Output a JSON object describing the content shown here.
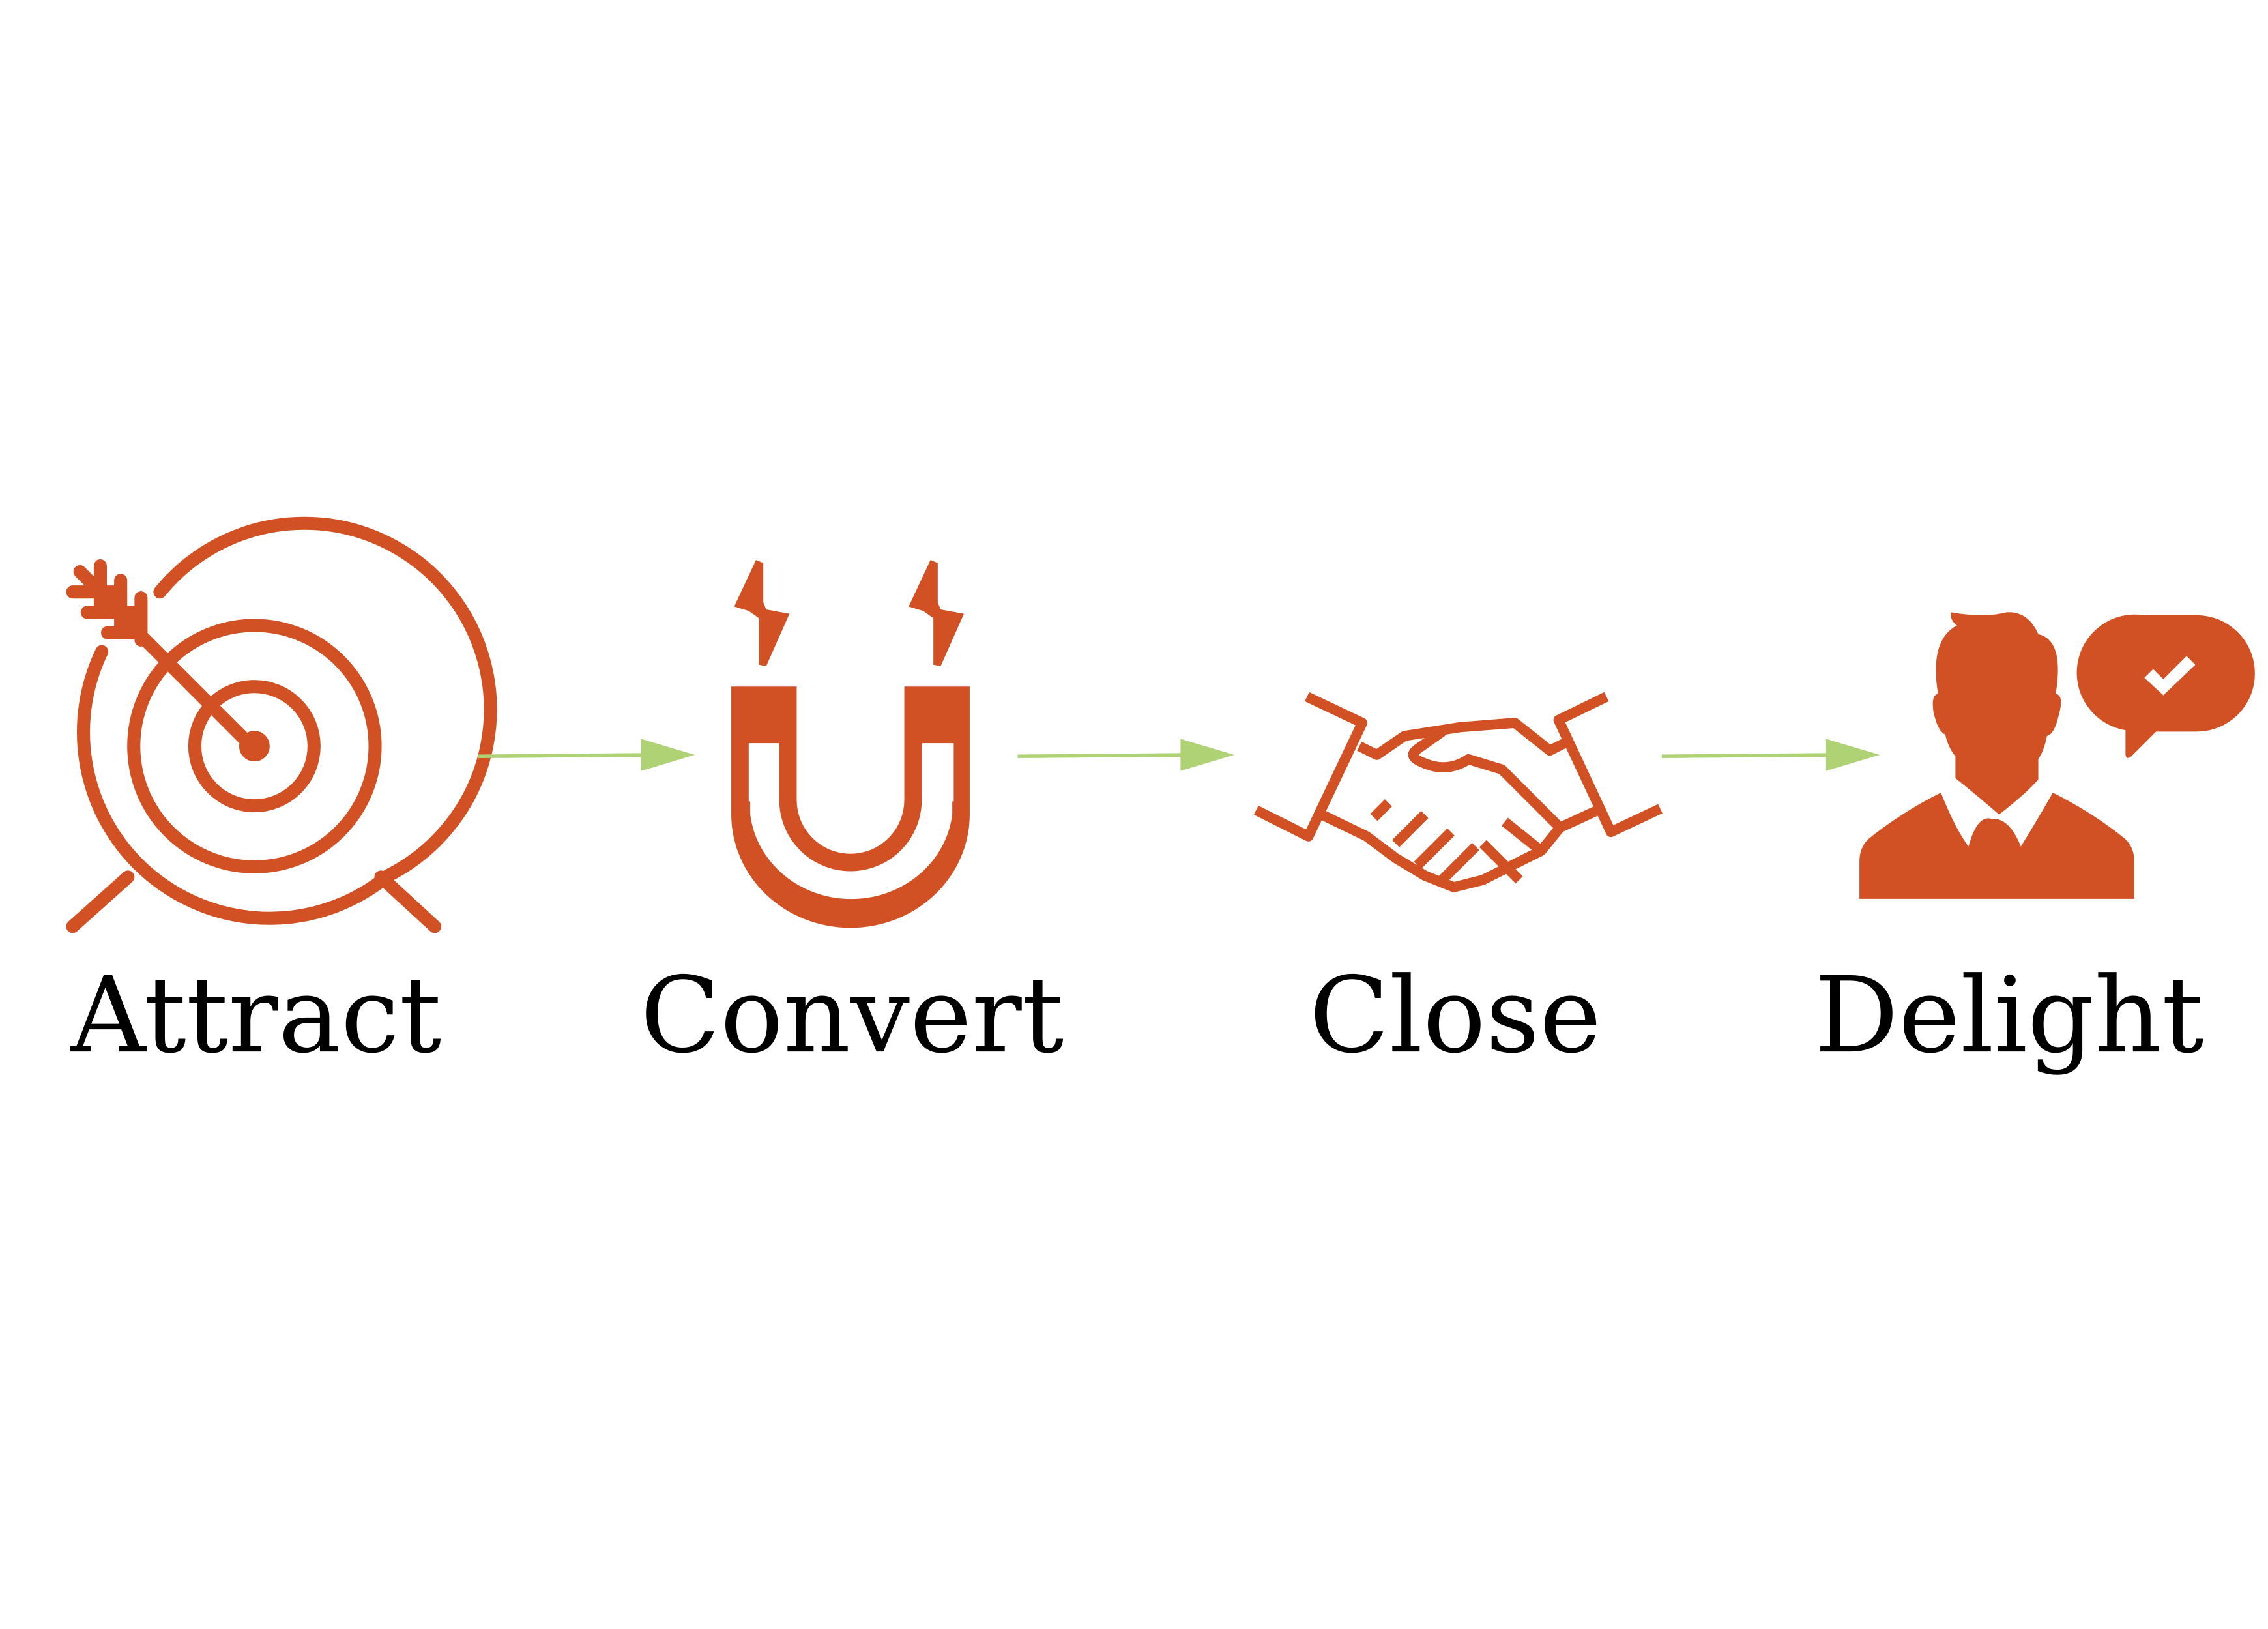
{
  "stages": [
    {
      "label": "Attract",
      "icon": "target-arrow-icon"
    },
    {
      "label": "Convert",
      "icon": "magnet-icon"
    },
    {
      "label": "Close",
      "icon": "handshake-icon"
    },
    {
      "label": "Delight",
      "icon": "happy-customer-icon"
    }
  ],
  "colors": {
    "accent": "#d15124",
    "arrow": "#afd275",
    "text": "#000000"
  }
}
